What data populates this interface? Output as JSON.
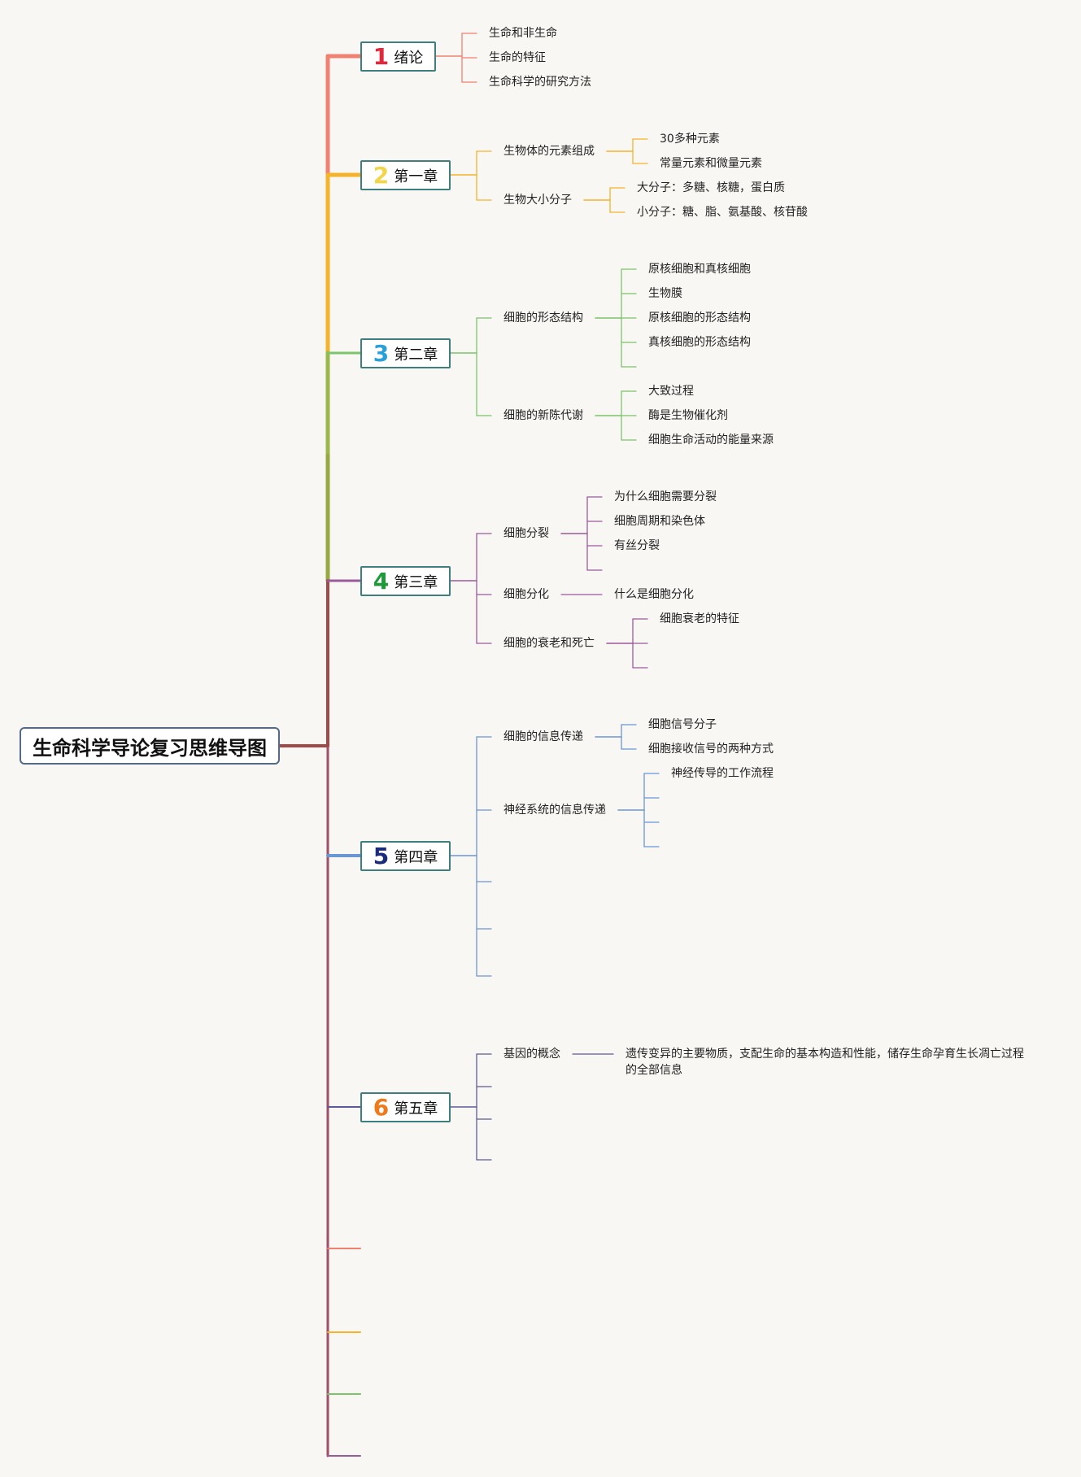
{
  "root": {
    "title": "生命科学导论复习思维导图"
  },
  "colors": {
    "red": "#f08070",
    "yellow": "#f4b32a",
    "green": "#7cc36a",
    "purple": "#9b5a9b",
    "blue": "#6a96d3",
    "indigo": "#5c5a9b",
    "trunk_main": "#a14848",
    "box_border": "#3e7e7e"
  },
  "chapters": [
    {
      "number": "1",
      "number_color": "#e0283a",
      "label": "绪论",
      "topics": [
        {
          "label": "生命和非生命",
          "leaves": []
        },
        {
          "label": "生命的特征",
          "leaves": []
        },
        {
          "label": "生命科学的研究方法",
          "leaves": []
        }
      ]
    },
    {
      "number": "2",
      "number_color": "#f2d64a",
      "label": "第一章",
      "topics": [
        {
          "label": "生物体的元素组成",
          "leaves": [
            "30多种元素",
            "常量元素和微量元素"
          ]
        },
        {
          "label": "生物大小分子",
          "leaves": [
            "大分子：多糖、核糖，蛋白质",
            "小分子：糖、脂、氨基酸、核苷酸"
          ]
        }
      ]
    },
    {
      "number": "3",
      "number_color": "#2a9fd8",
      "label": "第二章",
      "topics": [
        {
          "label": "细胞的形态结构",
          "leaves": [
            "原核细胞和真核细胞",
            "生物膜",
            "原核细胞的形态结构",
            "真核细胞的形态结构",
            ""
          ]
        },
        {
          "label": "细胞的新陈代谢",
          "leaves": [
            "大致过程",
            "酶是生物催化剂",
            "细胞生命活动的能量来源"
          ]
        }
      ]
    },
    {
      "number": "4",
      "number_color": "#1f9a3a",
      "label": "第三章",
      "topics": [
        {
          "label": "细胞分裂",
          "leaves": [
            "",
            "为什么细胞需要分裂",
            "细胞周期和染色体",
            "有丝分裂",
            ""
          ]
        },
        {
          "label": "细胞分化",
          "leaves": [
            "什么是细胞分化"
          ]
        },
        {
          "label": "细胞的衰老和死亡",
          "leaves": [
            "细胞衰老的特征",
            "",
            ""
          ]
        }
      ]
    },
    {
      "number": "5",
      "number_color": "#1a2b7a",
      "label": "第四章",
      "topics": [
        {
          "label": "细胞的信息传递",
          "leaves": [
            "细胞信号分子",
            "细胞接收信号的两种方式"
          ]
        },
        {
          "label": "神经系统的信息传递",
          "leaves": [
            "神经传导的工作流程",
            "",
            "",
            ""
          ]
        },
        {
          "label": "",
          "leaves": []
        },
        {
          "label": "",
          "leaves": []
        },
        {
          "label": "",
          "leaves": []
        }
      ]
    },
    {
      "number": "6",
      "number_color": "#f07a1a",
      "label": "第五章",
      "topics": [
        {
          "label": "基因的概念",
          "leaves": [
            "遗传变异的主要物质，支配生命的基本构造和性能，储存生命孕育生长凋亡过程的全部信息"
          ]
        },
        {
          "label": "",
          "leaves": []
        },
        {
          "label": "",
          "leaves": []
        },
        {
          "label": "",
          "leaves": []
        }
      ]
    }
  ]
}
